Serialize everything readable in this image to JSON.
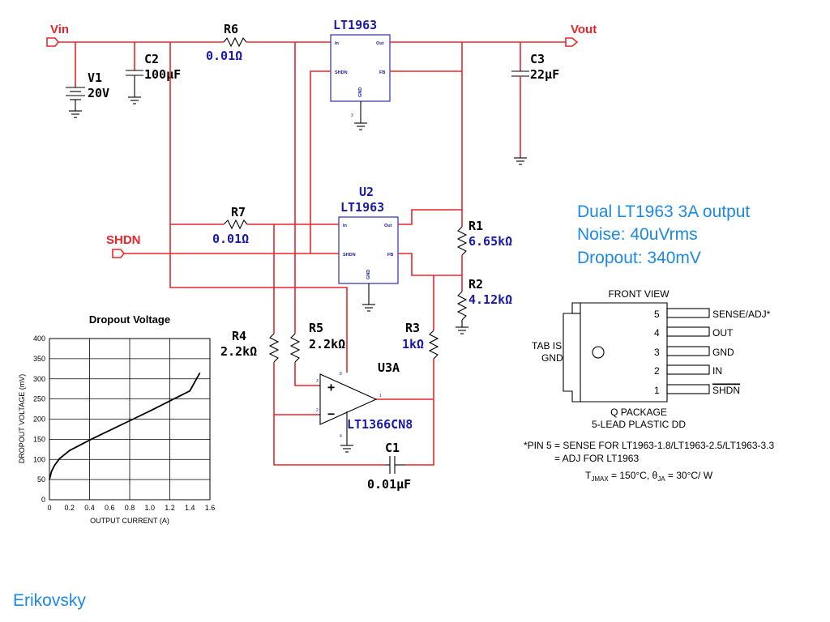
{
  "nets": {
    "vin": "Vin",
    "vout": "Vout",
    "shdn": "SHDN"
  },
  "components": {
    "v1": {
      "ref": "V1",
      "value": "20V"
    },
    "c2": {
      "ref": "C2",
      "value": "100µF"
    },
    "c3": {
      "ref": "C3",
      "value": "22µF"
    },
    "c1": {
      "ref": "C1",
      "value": "0.01µF"
    },
    "r6": {
      "ref": "R6",
      "value": "0.01Ω"
    },
    "r7": {
      "ref": "R7",
      "value": "0.01Ω"
    },
    "r1": {
      "ref": "R1",
      "value": "6.65kΩ"
    },
    "r2": {
      "ref": "R2",
      "value": "4.12kΩ"
    },
    "r3": {
      "ref": "R3",
      "value": "1kΩ"
    },
    "r4": {
      "ref": "R4",
      "value": "2.2kΩ"
    },
    "r5": {
      "ref": "R5",
      "value": "2.2kΩ"
    },
    "u1": {
      "ref": "",
      "part": "LT1963",
      "pins": {
        "in": "In",
        "out": "Out",
        "shdn": "SHDN",
        "fb": "FB",
        "gnd": "GND",
        "gnd_num": "3"
      }
    },
    "u2": {
      "ref": "U2",
      "part": "LT1963",
      "pins": {
        "in": "In",
        "out": "Out",
        "shdn": "SHDN",
        "fb": "FB",
        "gnd": "GND"
      }
    },
    "u3a": {
      "ref": "U3A",
      "part": "LT1366CN8",
      "pins": {
        "plus": "+",
        "minus": "−",
        "p3": "3",
        "p2": "2",
        "p1": "1",
        "p8": "8",
        "p4": "4"
      }
    }
  },
  "notes": {
    "line1": "Dual LT1963 3A output",
    "line2": "Noise: 40uVrms",
    "line3": "Dropout: 340mV"
  },
  "package": {
    "front_view": "FRONT VIEW",
    "tab_line1": "TAB IS",
    "tab_line2": "GND",
    "pins": [
      {
        "num": "5",
        "name": "SENSE/ADJ*"
      },
      {
        "num": "4",
        "name": "OUT"
      },
      {
        "num": "3",
        "name": "GND"
      },
      {
        "num": "2",
        "name": "IN"
      },
      {
        "num": "1",
        "name": "SHDN"
      }
    ],
    "caption1": "Q PACKAGE",
    "caption2": "5-LEAD PLASTIC DD",
    "footnote1": "*PIN 5 = SENSE FOR LT1963-1.8/LT1963-2.5/LT1963-3.3",
    "footnote2": "= ADJ FOR LT1963",
    "thermal": {
      "tj": "T",
      "tj_sub": "JMAX",
      "tj_val": " = 150°C, ",
      "theta": "θ",
      "theta_sub": "JA",
      "theta_val": " = 30°C/ W"
    }
  },
  "chart_data": {
    "type": "line",
    "title": "Dropout Voltage",
    "xlabel": "OUTPUT CURRENT (A)",
    "ylabel": "DROPOUT VOLTAGE (mV)",
    "xlim": [
      0,
      1.6
    ],
    "ylim": [
      0,
      400
    ],
    "xticks": [
      "0",
      "0.2",
      "0.4",
      "0.6",
      "0.8",
      "1.0",
      "1.2",
      "1.4",
      "1.6"
    ],
    "yticks": [
      "0",
      "50",
      "100",
      "150",
      "200",
      "250",
      "300",
      "350",
      "400"
    ],
    "grid": true,
    "series": [
      {
        "x": [
          0,
          0.02,
          0.05,
          0.1,
          0.15,
          0.2,
          0.4,
          0.6,
          0.8,
          1.0,
          1.2,
          1.4,
          1.5
        ],
        "y": [
          50,
          70,
          85,
          102,
          112,
          122,
          148,
          172,
          196,
          220,
          245,
          270,
          315
        ]
      }
    ]
  },
  "signature": "Erikovsky"
}
